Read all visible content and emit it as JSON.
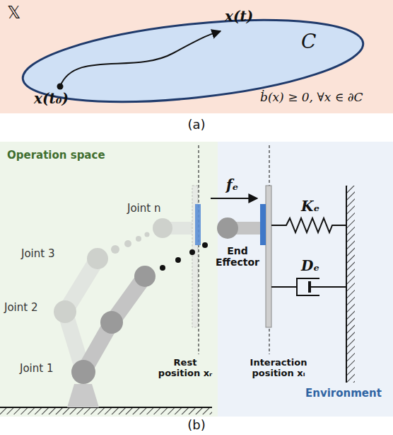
{
  "diagram": {
    "nodes": [
      {
        "text": [
          "𝕏"
        ]
      },
      {
        "text": [
          "C"
        ],
        "in": 0
      },
      {
        "text": [
          "Operation space"
        ]
      },
      {
        "text": [
          "Environment"
        ]
      }
    ],
    "labels": [
      "x(t)",
      "x(t₀)",
      "ḃ(x) ≥ 0, ∀x ∈ ∂C",
      "(a)",
      "Joint n",
      "Joint 3",
      "Joint 2",
      "Joint 1",
      "fₑ",
      "End Effector",
      "Kₑ",
      "Dₑ",
      "Rest position xᵣ",
      "Interaction position xᵢ",
      "(b)"
    ]
  }
}
